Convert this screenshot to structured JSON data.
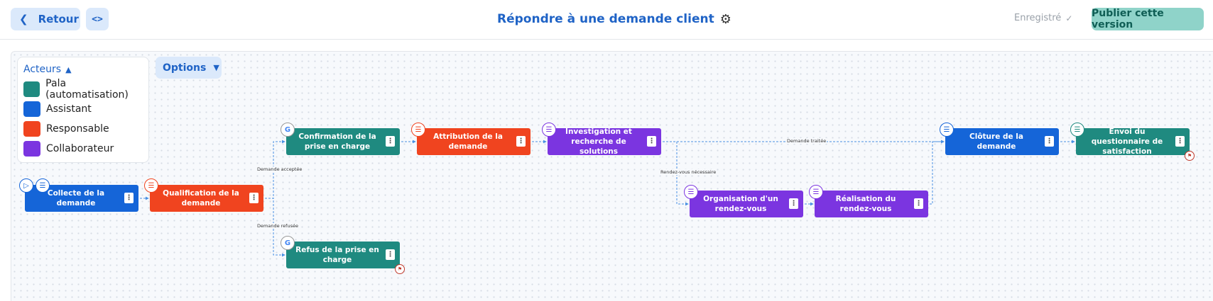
{
  "topbar": {
    "back_label": "Retour",
    "back_icon": "chevron-left-icon",
    "code_icon": "code-icon",
    "code_glyph": "<>",
    "title": "Répondre à une demande client",
    "title_icon": "gear-icon",
    "saved_label": "Enregistré",
    "publish_label": "Publier cette version"
  },
  "legend": {
    "title": "Acteurs",
    "items": [
      {
        "label": "Pala (automatisation)",
        "color": "#1f8a80"
      },
      {
        "label": "Assistant",
        "color": "#1565d8"
      },
      {
        "label": "Responsable",
        "color": "#f0441f"
      },
      {
        "label": "Collaborateur",
        "color": "#7b35e0"
      }
    ]
  },
  "options_label": "Options",
  "nodes": [
    {
      "id": "collecte",
      "label": "Collecte de la demande",
      "actor": "Assistant",
      "color": "#1565d8",
      "badges": [
        "play-icon",
        "document-icon"
      ]
    },
    {
      "id": "qualification",
      "label": "Qualification de la demande",
      "actor": "Responsable",
      "color": "#f0441f",
      "badges": [
        "document-icon"
      ]
    },
    {
      "id": "confirmation",
      "label": "Confirmation de la prise en charge",
      "actor": "Pala (automatisation)",
      "color": "#1f8a80",
      "badges": [
        "google-icon"
      ]
    },
    {
      "id": "refus",
      "label": "Refus de la prise en charge",
      "actor": "Pala (automatisation)",
      "color": "#1f8a80",
      "badges": [
        "google-icon",
        "end-flag-icon"
      ]
    },
    {
      "id": "attribution",
      "label": "Attribution de la demande",
      "actor": "Responsable",
      "color": "#f0441f",
      "badges": [
        "document-icon"
      ]
    },
    {
      "id": "investigation",
      "label": "Investigation et recherche de solutions",
      "actor": "Collaborateur",
      "color": "#7b35e0",
      "badges": [
        "document-icon"
      ]
    },
    {
      "id": "organisation",
      "label": "Organisation d'un rendez-vous",
      "actor": "Collaborateur",
      "color": "#7b35e0",
      "badges": [
        "document-icon"
      ]
    },
    {
      "id": "realisation",
      "label": "Réalisation du rendez-vous",
      "actor": "Collaborateur",
      "color": "#7b35e0",
      "badges": [
        "document-icon"
      ]
    },
    {
      "id": "cloture",
      "label": "Clôture de la demande",
      "actor": "Assistant",
      "color": "#1565d8",
      "badges": [
        "document-icon"
      ]
    },
    {
      "id": "envoi",
      "label": "Envoi du questionnaire de satisfaction",
      "actor": "Pala (automatisation)",
      "color": "#1f8a80",
      "badges": [
        "document-icon",
        "end-flag-icon"
      ]
    }
  ],
  "edges": [
    {
      "from": "collecte",
      "to": "qualification",
      "label": ""
    },
    {
      "from": "qualification",
      "to": "confirmation",
      "label": "Demande acceptée"
    },
    {
      "from": "qualification",
      "to": "refus",
      "label": "Demande refusée"
    },
    {
      "from": "confirmation",
      "to": "attribution",
      "label": ""
    },
    {
      "from": "attribution",
      "to": "investigation",
      "label": ""
    },
    {
      "from": "investigation",
      "to": "cloture",
      "label": "Demande traitée"
    },
    {
      "from": "investigation",
      "to": "organisation",
      "label": "Rendez-vous nécessaire"
    },
    {
      "from": "organisation",
      "to": "realisation",
      "label": ""
    },
    {
      "from": "realisation",
      "to": "cloture",
      "label": ""
    },
    {
      "from": "cloture",
      "to": "envoi",
      "label": ""
    }
  ],
  "node_menu_glyph": "⋮",
  "end_flag_glyph": "⚑"
}
